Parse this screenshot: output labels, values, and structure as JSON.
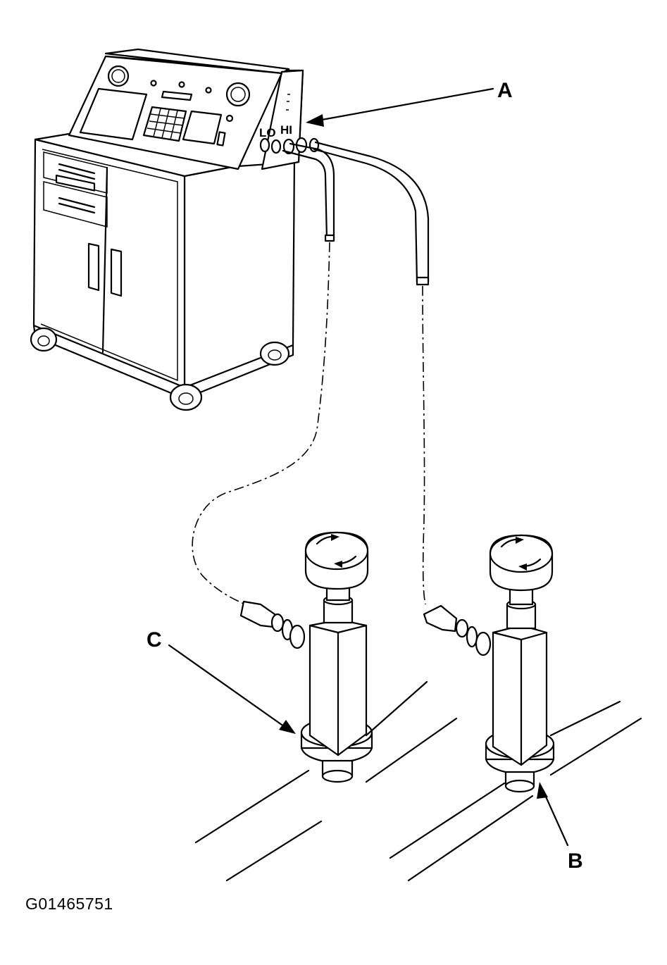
{
  "callouts": {
    "a": "A",
    "b": "B",
    "c": "C"
  },
  "ports": {
    "low": "LO",
    "high": "HI"
  },
  "figure_id": "G01465751",
  "colors": {
    "ink": "#000000",
    "background": "#ffffff"
  }
}
